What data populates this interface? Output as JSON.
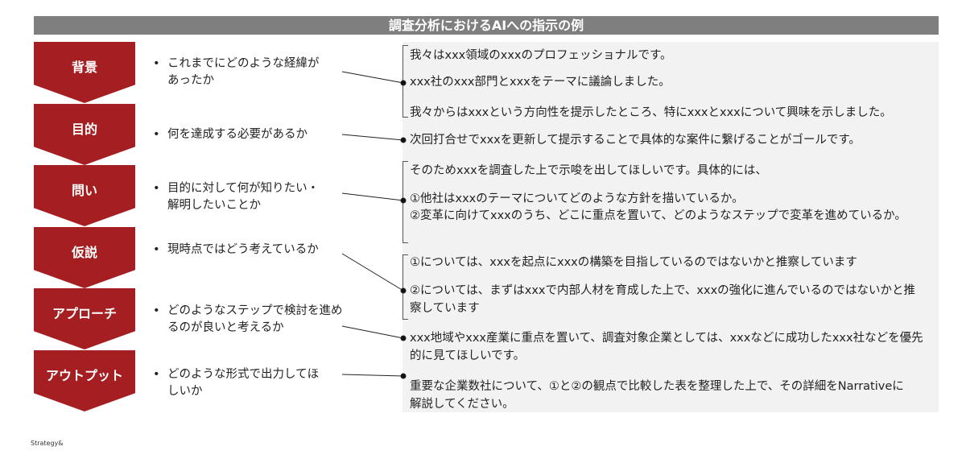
{
  "title": "調査分析におけるAIへの指示の例",
  "steps": [
    {
      "label": "背景",
      "question": "これまでにどのような経緯があったか"
    },
    {
      "label": "目的",
      "question": "何を達成する必要があるか"
    },
    {
      "label": "問い",
      "question": "目的に対して何が知りたい・解明したいことか"
    },
    {
      "label": "仮説",
      "question": "現時点ではどう考えているか"
    },
    {
      "label": "アプローチ",
      "question": "どのようなステップで検討を進めるのが良いと考えるか"
    },
    {
      "label": "アウトプット",
      "question": "どのような形式で出力してほしいか"
    }
  ],
  "instructions": [
    "我々はxxx領域のxxxのプロフェッショナルです。",
    "xxx社のxxx部門とxxxをテーマに議論しました。",
    "我々からはxxxという方向性を提示したところ、特にxxxとxxxについて興味を示しました。",
    "次回打合せでxxxを更新して提示することで具体的な案件に繋げることがゴールです。",
    "そのためxxxを調査した上で示唆を出してほしいです。具体的には、",
    "①他社はxxxのテーマについてどのような方針を描いているか。",
    "②変革に向けてxxxのうち、どこに重点を置いて、どのようなステップで変革を進めているか。",
    "①については、xxxを起点にxxxの構築を目指しているのではないかと推察しています",
    "②については、まずはxxxで内部人材を育成した上で、xxxの強化に進んでいるのではないかと推察しています",
    "xxx地域やxxx産業に重点を置いて、調査対象企業としては、xxxなどに成功したxxx社などを優先的に見てほしいです。",
    "重要な企業数社について、①と②の観点で比較した表を整理した上で、その詳細をNarrativeに解説してください。"
  ],
  "footer": "Strategy&",
  "colors": {
    "accent": "#a51f22",
    "title_bar": "#7f7f7f",
    "panel": "#f2f2f2"
  }
}
